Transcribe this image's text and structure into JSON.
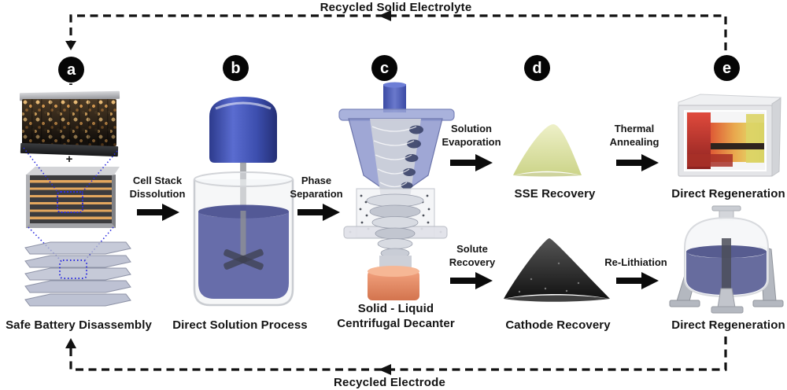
{
  "loops": {
    "top_label": "Recycled Solid Electrolyte",
    "bottom_label": "Recycled Electrode"
  },
  "stages": [
    {
      "id": "a",
      "caption": "Safe Battery Disassembly",
      "polarity_negative": "-",
      "polarity_positive": "+"
    },
    {
      "id": "b",
      "caption": "Direct Solution Process"
    },
    {
      "id": "c",
      "caption_line1": "Solid - Liquid",
      "caption_line2": "Centrifugal Decanter"
    },
    {
      "id": "d",
      "sse_caption": "SSE Recovery",
      "cathode_caption": "Cathode Recovery"
    },
    {
      "id": "e",
      "top_caption": "Direct Regeneration",
      "bottom_caption": "Direct Regeneration"
    }
  ],
  "arrows": [
    {
      "label_line1": "Cell Stack",
      "label_line2": "Dissolution"
    },
    {
      "label_line1": "Phase",
      "label_line2": "Separation"
    },
    {
      "label_line1": "Solution",
      "label_line2": "Evaporation"
    },
    {
      "label_line1": "Solute",
      "label_line2": "Recovery"
    },
    {
      "label_line1": "Thermal",
      "label_line2": "Annealing"
    },
    {
      "label_line1": "Re-Lithiation"
    }
  ],
  "colors": {
    "badge_bg": "#060606",
    "badge_text": "#ffffff",
    "dashed_line": "#121212",
    "motor_blue": "#3f51b5",
    "solution_blue": "#5a61a3",
    "decanter_funnel_blue": "#8a94cc",
    "decanter_base_orange": "#e8926e",
    "sse_powder_yellow": "#dfe6a8",
    "cathode_powder_black": "#2b2b2b",
    "furnace_glow_hot": "#d63a2e",
    "furnace_glow_warm": "#e8d45c",
    "reactor_liquid_blue": "#676c9e",
    "electrode_layer_orange": "#e3a75e",
    "cell_layer_dark": "#3c3c3e"
  }
}
